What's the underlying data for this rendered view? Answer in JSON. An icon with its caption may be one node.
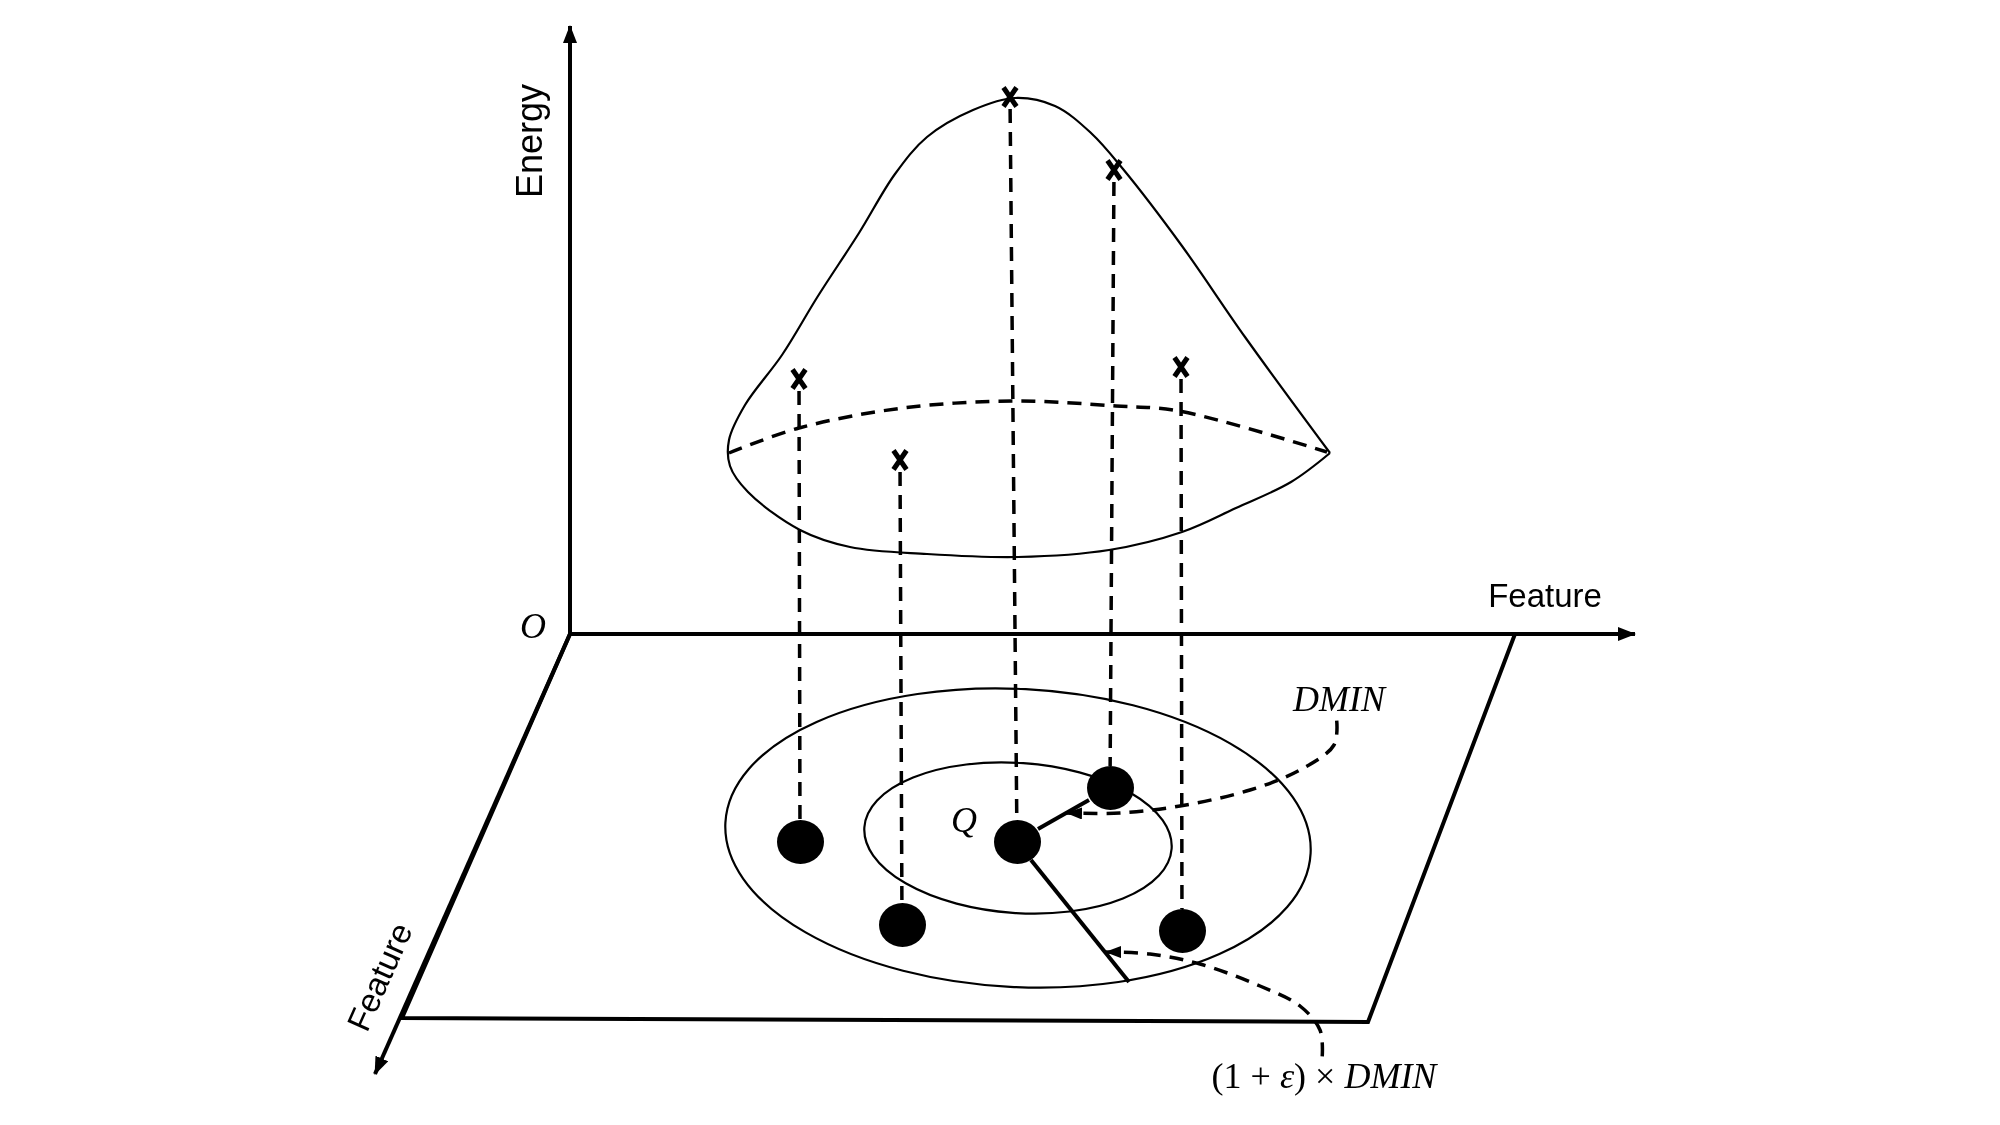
{
  "diagram": {
    "nodes": [
      {
        "text": [],
        "shape": "cross"
      },
      {
        "text": [],
        "shape": "cross"
      },
      {
        "text": [],
        "shape": "cross"
      },
      {
        "text": [],
        "shape": "cross"
      },
      {
        "text": [],
        "shape": "cross"
      },
      {
        "text": [],
        "shape": "circle"
      },
      {
        "text": [],
        "shape": "circle"
      },
      {
        "text": [],
        "shape": "circle",
        "beside": [
          "Q"
        ]
      },
      {
        "text": [],
        "shape": "circle"
      },
      {
        "text": [],
        "shape": "circle"
      },
      {
        "text": [
          "DMIN"
        ]
      },
      {
        "text": [],
        "shape": "line"
      },
      {
        "text": [],
        "shape": "line"
      },
      {
        "text": [
          "(1 + *ε*) × *DMIN*"
        ]
      }
    ],
    "edges": [
      {
        "from": 0,
        "to": 5,
        "arrow": "none",
        "style": "dashed"
      },
      {
        "from": 1,
        "to": 6,
        "arrow": "none",
        "style": "dashed"
      },
      {
        "from": 2,
        "to": 7,
        "arrow": "none",
        "style": "dashed"
      },
      {
        "from": 3,
        "to": 8,
        "arrow": "none",
        "style": "dashed"
      },
      {
        "from": 4,
        "to": 9,
        "arrow": "none",
        "style": "dashed"
      },
      {
        "from": 10,
        "to": 11,
        "arrow": "to",
        "style": "dashed"
      },
      {
        "from": 13,
        "to": 12,
        "arrow": "to",
        "style": "dashed"
      }
    ],
    "labels": [
      "Energy",
      "Feature",
      "O",
      "Feature"
    ]
  }
}
